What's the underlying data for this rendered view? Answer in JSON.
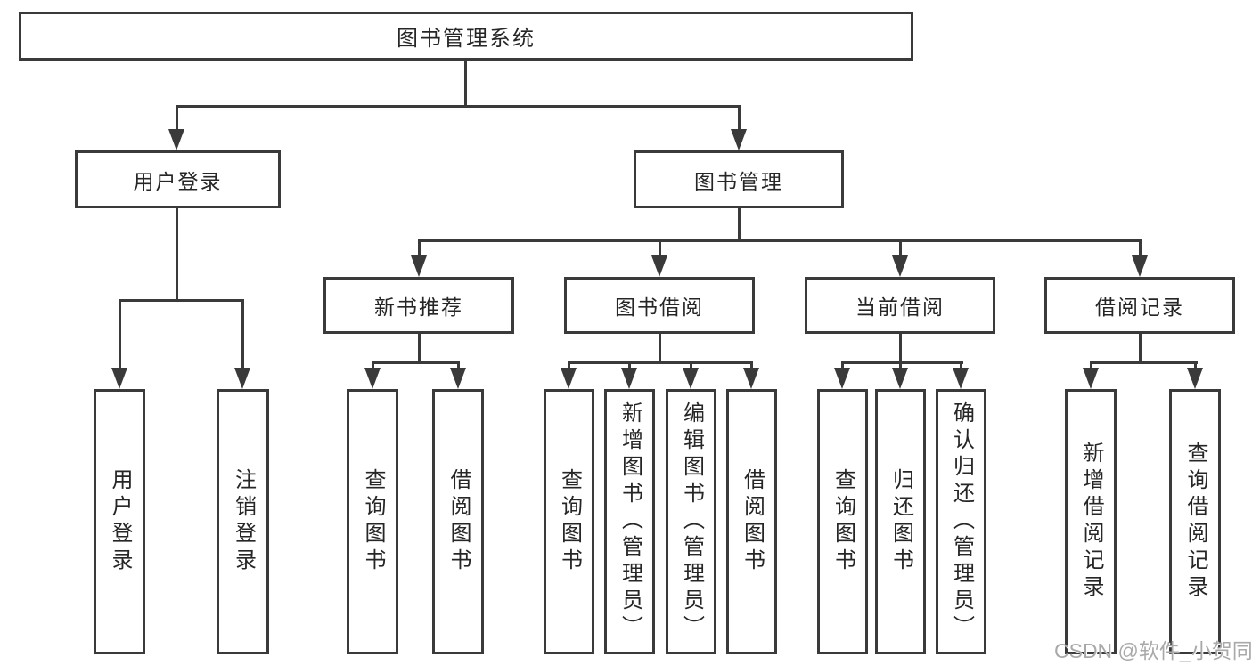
{
  "colors": {
    "line": "#3a3a3a",
    "text": "#262626",
    "watermark": "#a9a9a9",
    "background": "#ffffff"
  },
  "root": {
    "label": "图书管理系统"
  },
  "level1": {
    "user_login": "用户登录",
    "book_management": "图书管理"
  },
  "level2": {
    "new_book_recommend": "新书推荐",
    "book_borrow": "图书借阅",
    "current_borrow": "当前借阅",
    "borrow_records": "借阅记录"
  },
  "leaves": {
    "user_login": "用户登录",
    "logout": "注销登录",
    "nbr_query_books": "查询图书",
    "nbr_borrow_books": "借阅图书",
    "bb_query_books": "查询图书",
    "bb_add_books": "新增图书（管理员）",
    "bb_edit_books": "编辑图书（管理员）",
    "bb_borrow_books": "借阅图书",
    "cb_query_books": "查询图书",
    "cb_return_books": "归还图书",
    "cb_confirm_return": "确认归还（管理员）",
    "br_add_record": "新增借阅记录",
    "br_query_record": "查询借阅记录"
  },
  "watermark": "CSDN @软件_小贺同学"
}
